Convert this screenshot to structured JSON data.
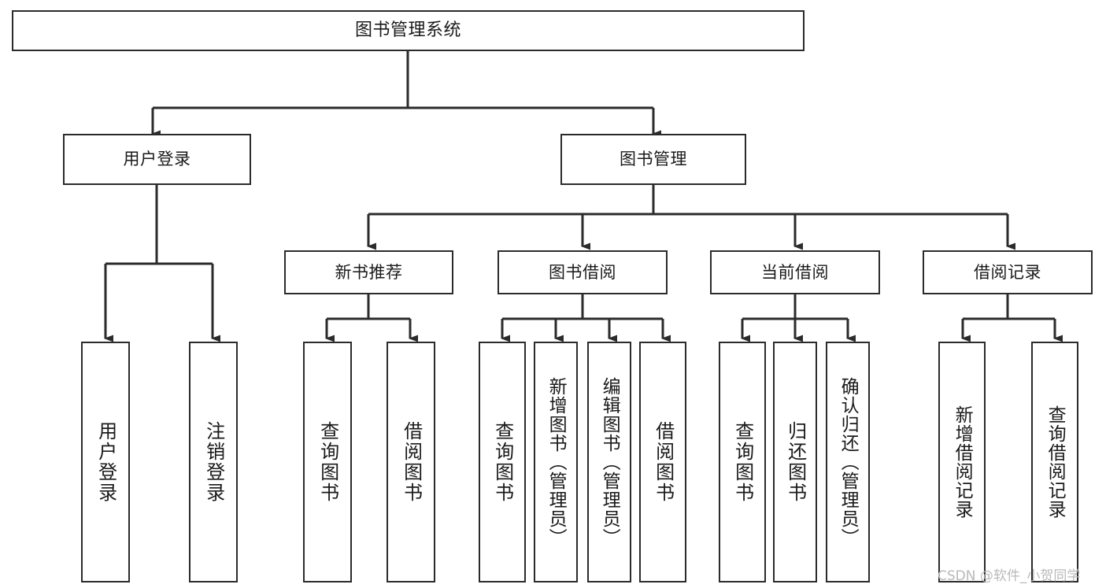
{
  "diagram": {
    "title": "图书管理系统",
    "type": "tree",
    "orientation": "top-down",
    "colors": {
      "background": "#ffffff",
      "node_fill": "#ffffff",
      "node_border": "#2b2b2b",
      "edge": "#2b2b2b",
      "text": "#1a1a1a",
      "watermark": "#b9b9b9"
    },
    "root": {
      "label": "图书管理系统"
    },
    "level2": [
      {
        "id": "user-login",
        "label": "用户登录"
      },
      {
        "id": "book-manage",
        "label": "图书管理"
      }
    ],
    "level3": [
      {
        "id": "new-book-rec",
        "label": "新书推荐",
        "parent": "book-manage"
      },
      {
        "id": "book-borrow",
        "label": "图书借阅",
        "parent": "book-manage"
      },
      {
        "id": "current-borrow",
        "label": "当前借阅",
        "parent": "book-manage"
      },
      {
        "id": "borrow-record",
        "label": "借阅记录",
        "parent": "book-manage"
      }
    ],
    "leaves": [
      {
        "id": "leaf-user-login",
        "label": "用户登录",
        "parent": "user-login"
      },
      {
        "id": "leaf-logout",
        "label": "注销登录",
        "parent": "user-login"
      },
      {
        "id": "leaf-query-book-1",
        "label": "查询图书",
        "parent": "new-book-rec"
      },
      {
        "id": "leaf-borrow-book-1",
        "label": "借阅图书",
        "parent": "new-book-rec"
      },
      {
        "id": "leaf-query-book-2",
        "label": "查询图书",
        "parent": "book-borrow"
      },
      {
        "id": "leaf-add-book",
        "label": "新增图书（管理员）",
        "parent": "book-borrow"
      },
      {
        "id": "leaf-edit-book",
        "label": "编辑图书（管理员）",
        "parent": "book-borrow"
      },
      {
        "id": "leaf-borrow-book-2",
        "label": "借阅图书",
        "parent": "book-borrow"
      },
      {
        "id": "leaf-query-book-3",
        "label": "查询图书",
        "parent": "current-borrow"
      },
      {
        "id": "leaf-return-book",
        "label": "归还图书",
        "parent": "current-borrow"
      },
      {
        "id": "leaf-confirm-return",
        "label": "确认归还（管理员）",
        "parent": "current-borrow"
      },
      {
        "id": "leaf-add-record",
        "label": "新增借阅记录",
        "parent": "borrow-record"
      },
      {
        "id": "leaf-query-record",
        "label": "查询借阅记录",
        "parent": "borrow-record"
      }
    ],
    "watermark": "CSDN @软件_小贺同学"
  }
}
